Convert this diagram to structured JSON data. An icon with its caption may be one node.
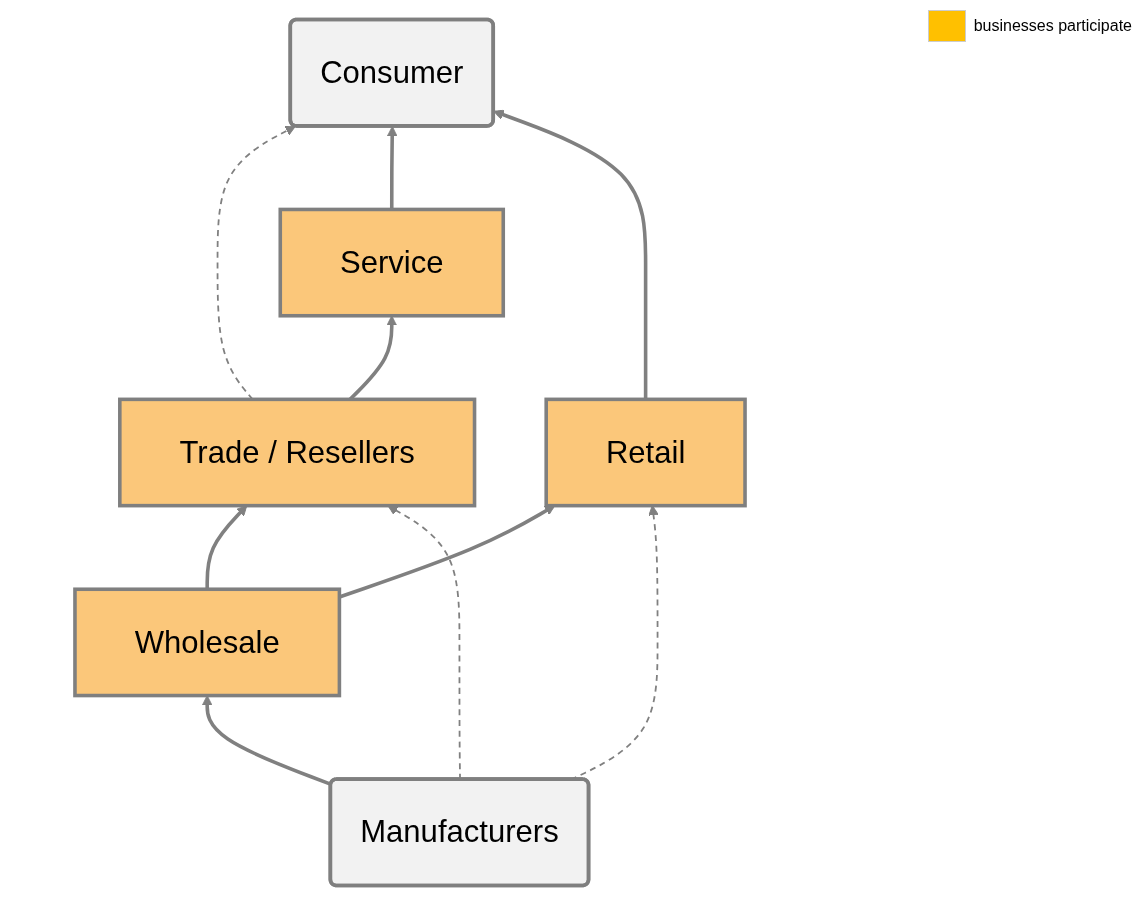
{
  "diagram": {
    "nodes": [
      {
        "text": [
          "Consumer"
        ]
      },
      {
        "text": [
          "Service"
        ]
      },
      {
        "text": [
          "Trade / Resellers"
        ]
      },
      {
        "text": [
          "Retail"
        ]
      },
      {
        "text": [
          "Wholesale"
        ]
      },
      {
        "text": [
          "Manufacturers"
        ]
      }
    ],
    "edges": [
      {
        "from": 2,
        "to": 0,
        "arrow": "to",
        "style": "dashed"
      },
      {
        "from": 1,
        "to": 0,
        "arrow": "to"
      },
      {
        "from": 3,
        "to": 0,
        "arrow": "to"
      },
      {
        "from": 2,
        "to": 1,
        "arrow": "to"
      },
      {
        "from": 4,
        "to": 2,
        "arrow": "to"
      },
      {
        "from": 4,
        "to": 3,
        "arrow": "to"
      },
      {
        "from": 5,
        "to": 4,
        "arrow": "to"
      },
      {
        "from": 5,
        "to": 2,
        "arrow": "to",
        "style": "dashed"
      },
      {
        "from": 5,
        "to": 3,
        "arrow": "to",
        "style": "dashed"
      }
    ],
    "legend": [
      {
        "text": "businesses participate",
        "color": "#ffc000"
      }
    ]
  }
}
